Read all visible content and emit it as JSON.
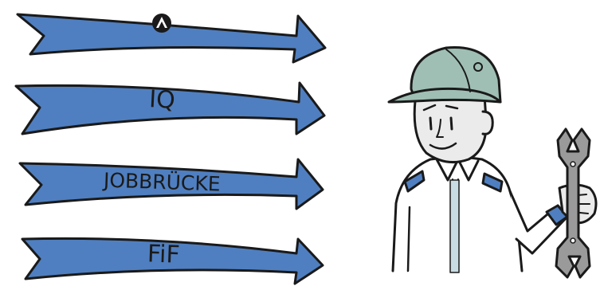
{
  "arrows": [
    {
      "label": "",
      "logo": "agentur-fuer-arbeit-logo"
    },
    {
      "label": "IQ"
    },
    {
      "label": "JOBBRÜCKE"
    },
    {
      "label": "FiF"
    }
  ],
  "colors": {
    "arrow_fill": "#4f7fc0",
    "outline": "#1a1a1a",
    "cap": "#9fbfb5",
    "skin": "#ebebeb",
    "wrench": "#9a9a9a",
    "jacket": "#ffffff"
  },
  "icons": [
    "agentur-fuer-arbeit-logo",
    "worker-figure",
    "wrench-icon"
  ]
}
